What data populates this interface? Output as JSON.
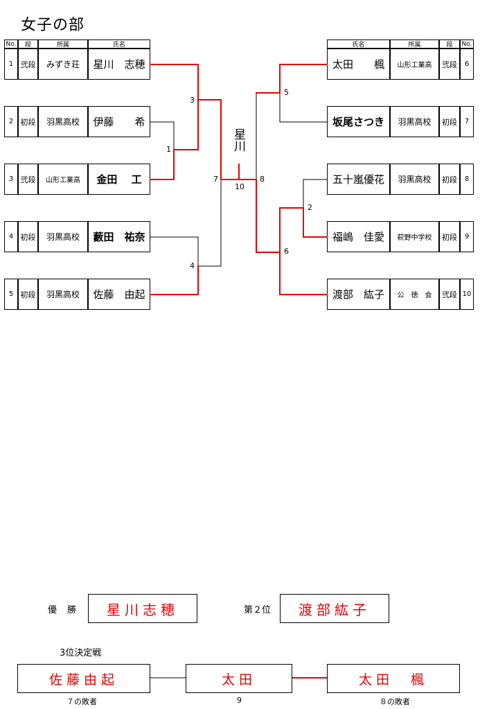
{
  "title": "女子の部",
  "headers": {
    "no": "No.",
    "dan": "段",
    "affiliation": "所属",
    "name": "氏名"
  },
  "left": [
    {
      "no": "1",
      "dan": "弐段",
      "affiliation": "みずき荘",
      "name": "星川　志穂"
    },
    {
      "no": "2",
      "dan": "初段",
      "affiliation": "羽黒高校",
      "name": "伊藤　　希"
    },
    {
      "no": "3",
      "dan": "弐段",
      "affiliation": "山形工業高",
      "name": "金田　 工"
    },
    {
      "no": "4",
      "dan": "初段",
      "affiliation": "羽黒高校",
      "name": "藪田　祐奈"
    },
    {
      "no": "5",
      "dan": "初段",
      "affiliation": "羽黒高校",
      "name": "佐藤　由起"
    }
  ],
  "right": [
    {
      "no": "6",
      "dan": "弐段",
      "affiliation": "山形工業高",
      "name": "太田　　楓"
    },
    {
      "no": "7",
      "dan": "初段",
      "affiliation": "羽黒高校",
      "name": "坂尾さつき"
    },
    {
      "no": "8",
      "dan": "初段",
      "affiliation": "羽黒高校",
      "name": "五十嵐優花"
    },
    {
      "no": "9",
      "dan": "初段",
      "affiliation": "萩野中学校",
      "name": "福嶋　佳愛"
    },
    {
      "no": "10",
      "dan": "弐段",
      "affiliation": "公　徳　会",
      "name": "渡部　紘子"
    }
  ],
  "matches": {
    "m1": "1",
    "m2": "2",
    "m3": "3",
    "m4": "4",
    "m5": "5",
    "m6": "6",
    "m7": "7",
    "m8": "8",
    "m10": "10"
  },
  "champion_vertical": "星川",
  "results": {
    "winner_label": "優　勝",
    "winner": "星川志穂",
    "second_label": "第２位",
    "second": "渡部紘子",
    "third_title": "3位決定戦",
    "third_left": "佐藤由起",
    "third_left_caption": "７の敗者",
    "third_mid": "太田",
    "third_mid_caption": "9",
    "third_right": "太田　楓",
    "third_right_caption": "８の敗者"
  },
  "colors": {
    "winner_line": "#e60000",
    "line": "#000000",
    "result_text": "#e60000"
  }
}
